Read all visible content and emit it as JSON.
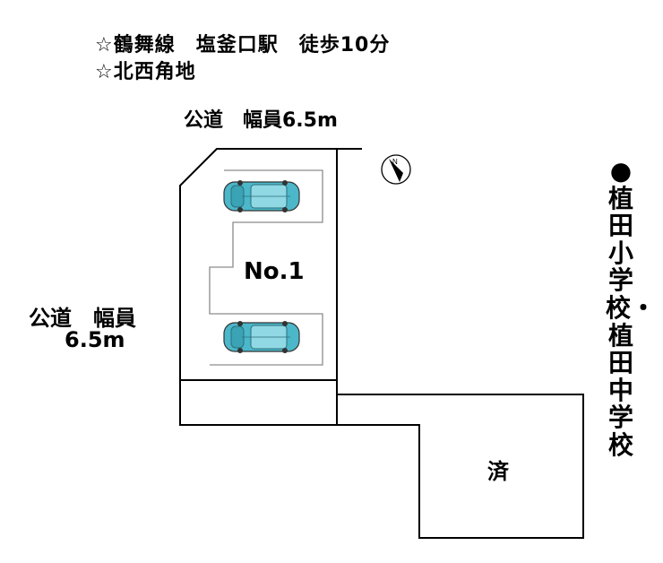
{
  "header": {
    "line1": "☆鶴舞線　塩釜口駅　徒歩10分",
    "line2": "☆北西角地"
  },
  "roads": {
    "top_label": "公道　幅員6.5m",
    "left_label_line1": "公道　幅員",
    "left_label_line2": "6.5m"
  },
  "lot": {
    "label": "No.1"
  },
  "neighbor_lot": {
    "label": "済"
  },
  "school": {
    "text": "●植田小学校・植田中学校"
  },
  "icons": [
    "north-arrow-icon",
    "car-icon"
  ],
  "colors": {
    "car_body": "#4bb7c9",
    "lines": "#000000",
    "parking_lines": "#9a9a9a"
  }
}
